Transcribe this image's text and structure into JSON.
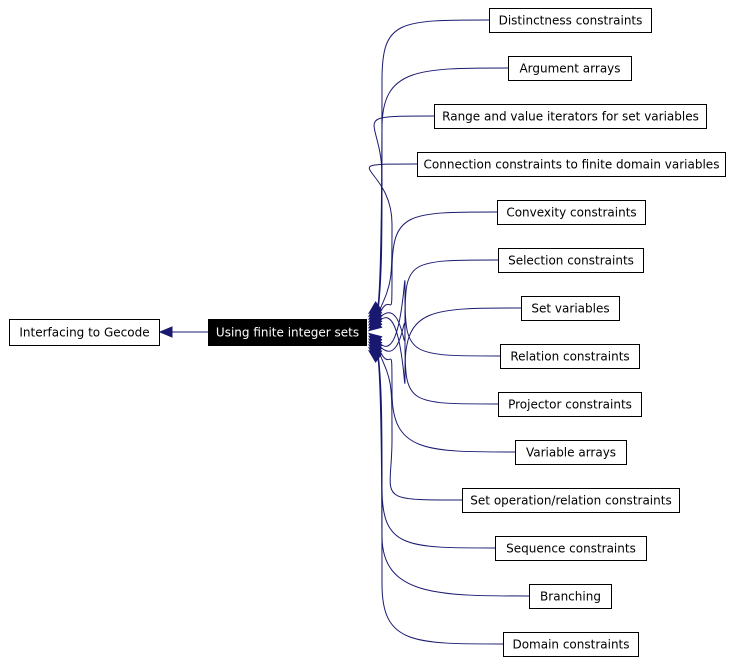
{
  "colors": {
    "edge": "#191970",
    "node_border": "#000000",
    "active_fill": "#000000",
    "active_text": "#ffffff"
  },
  "nodes": {
    "parent": {
      "label": "Interfacing to Gecode"
    },
    "current": {
      "label": "Using finite integer sets"
    },
    "children": [
      {
        "label": "Distinctness constraints"
      },
      {
        "label": "Argument arrays"
      },
      {
        "label": "Range and value iterators for set variables"
      },
      {
        "label": "Connection constraints to finite domain variables"
      },
      {
        "label": "Convexity constraints"
      },
      {
        "label": "Selection constraints"
      },
      {
        "label": "Set variables"
      },
      {
        "label": "Relation constraints"
      },
      {
        "label": "Projector constraints"
      },
      {
        "label": "Variable arrays"
      },
      {
        "label": "Set operation/relation constraints"
      },
      {
        "label": "Sequence constraints"
      },
      {
        "label": "Branching"
      },
      {
        "label": "Domain constraints"
      }
    ]
  }
}
